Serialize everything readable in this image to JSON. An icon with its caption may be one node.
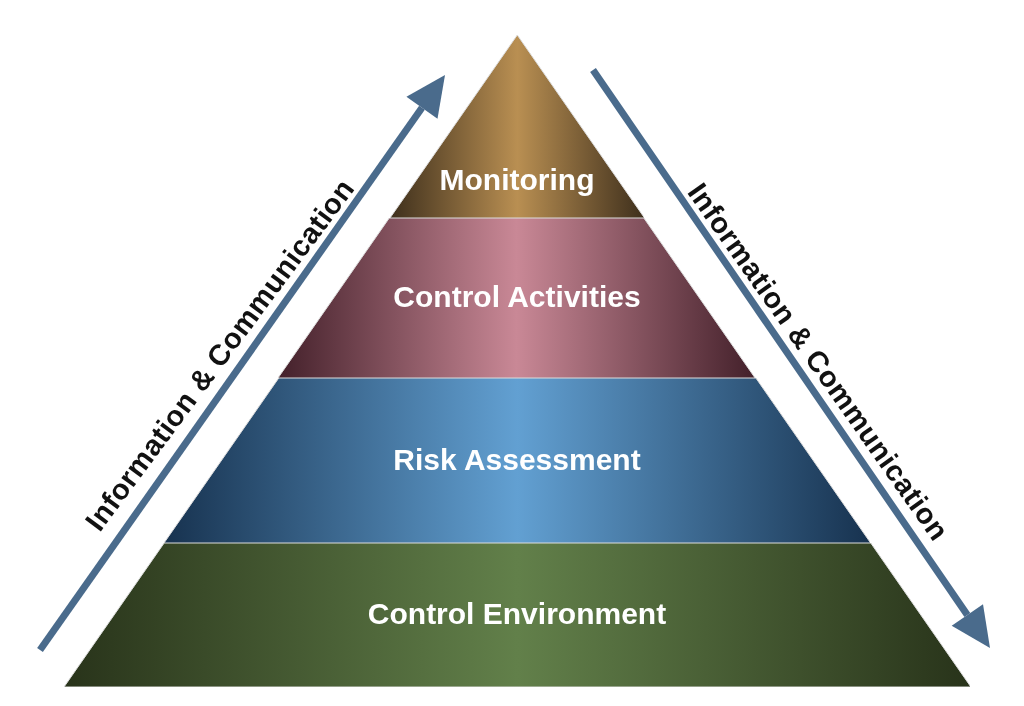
{
  "diagram": {
    "nodes": [
      {
        "text": [
          "Monitoring"
        ]
      },
      {
        "text": [
          "Control Activities"
        ]
      },
      {
        "text": [
          "Risk Assessment"
        ]
      },
      {
        "text": [
          "Control Environment"
        ]
      }
    ],
    "labels": [
      "Information & Communication",
      "Information & Communication"
    ]
  }
}
